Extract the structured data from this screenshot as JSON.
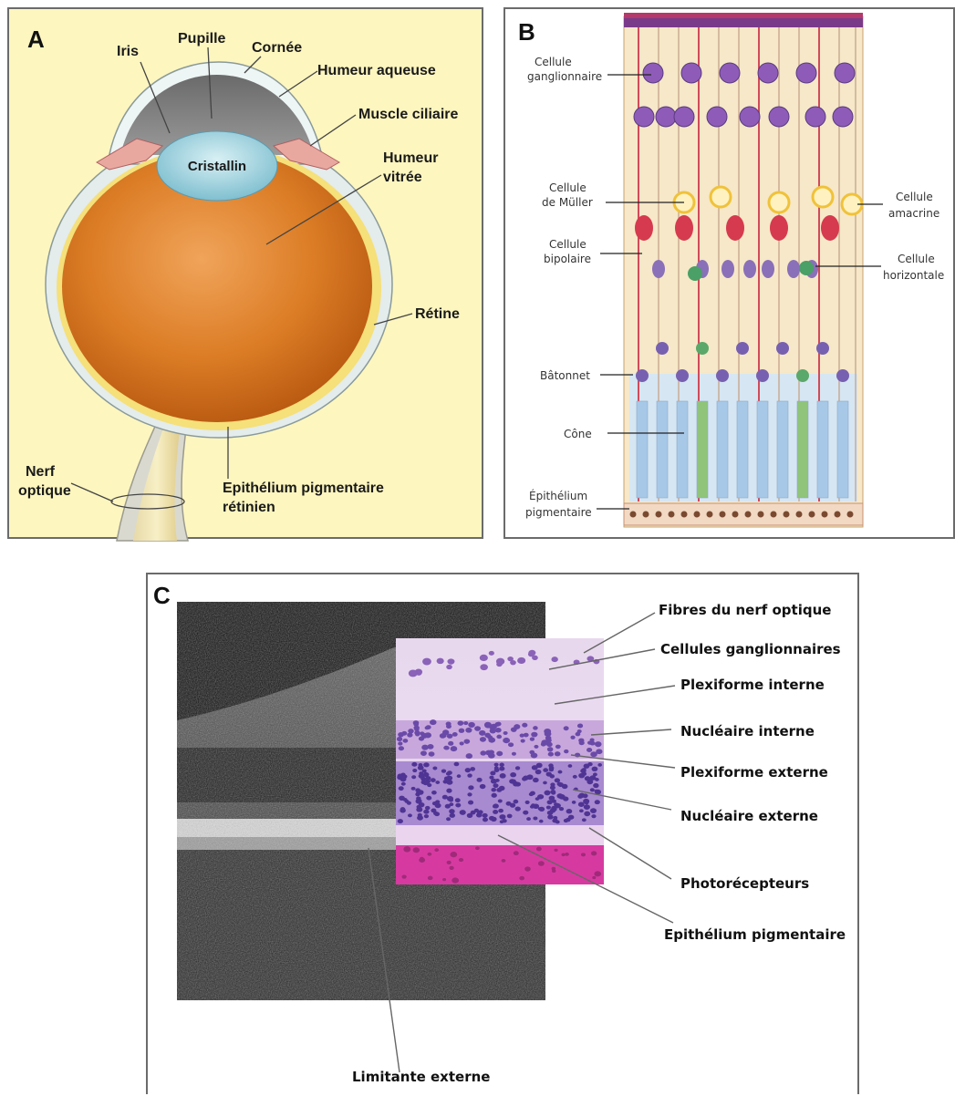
{
  "panels": {
    "a": {
      "letter": "A",
      "labels": {
        "iris": "Iris",
        "pupille": "Pupille",
        "cornee": "Cornée",
        "humeur_aqueuse": "Humeur aqueuse",
        "muscle_ciliaire": "Muscle ciliaire",
        "cristallin": "Cristallin",
        "humeur_vitree_1": "Humeur",
        "humeur_vitree_2": "vitrée",
        "retine": "Rétine",
        "nerf_1": "Nerf",
        "nerf_2": "optique",
        "epithelium_1": "Epithélium pigmentaire",
        "epithelium_2": "rétinien"
      },
      "colors": {
        "background": "#fdf6bf",
        "vitreous": "#d9731c",
        "lens": "#9fd0dc",
        "sclera": "#e6ecec"
      }
    },
    "b": {
      "letter": "B",
      "labels": {
        "ganglion_1": "Cellule",
        "ganglion_2": "ganglionnaire",
        "muller_1": "Cellule",
        "muller_2": "de Müller",
        "bipolaire_1": "Cellule",
        "bipolaire_2": "bipolaire",
        "batonnet": "Bâtonnet",
        "cone": "Cône",
        "epith_1": "Épithélium",
        "epith_2": "pigmentaire",
        "amacrine_1": "Cellule",
        "amacrine_2": "amacrine",
        "horizontale_1": "Cellule",
        "horizontale_2": "horizontale"
      },
      "colors": {
        "ganglion": "#8e5cb8",
        "muller": "#d63a4e",
        "amacrine": "#f0c23a",
        "rod": "#a8c8e8",
        "cone": "#8fc47a"
      }
    },
    "c": {
      "letter": "C",
      "labels": {
        "fibres": "Fibres du nerf optique",
        "ganglionnaires": "Cellules ganglionnaires",
        "plexiforme_interne": "Plexiforme interne",
        "nucleaire_interne": "Nucléaire interne",
        "plexiforme_externe": "Plexiforme externe",
        "nucleaire_externe": "Nucléaire externe",
        "photorecepteurs": "Photorécepteurs",
        "epithelium": "Epithélium pigmentaire",
        "limitante": "Limitante externe"
      },
      "colors": {
        "oct_background": "#0c0c0c",
        "histology_pink": "#d63aa0",
        "histology_nuclei": "#5a3a9c"
      }
    }
  }
}
